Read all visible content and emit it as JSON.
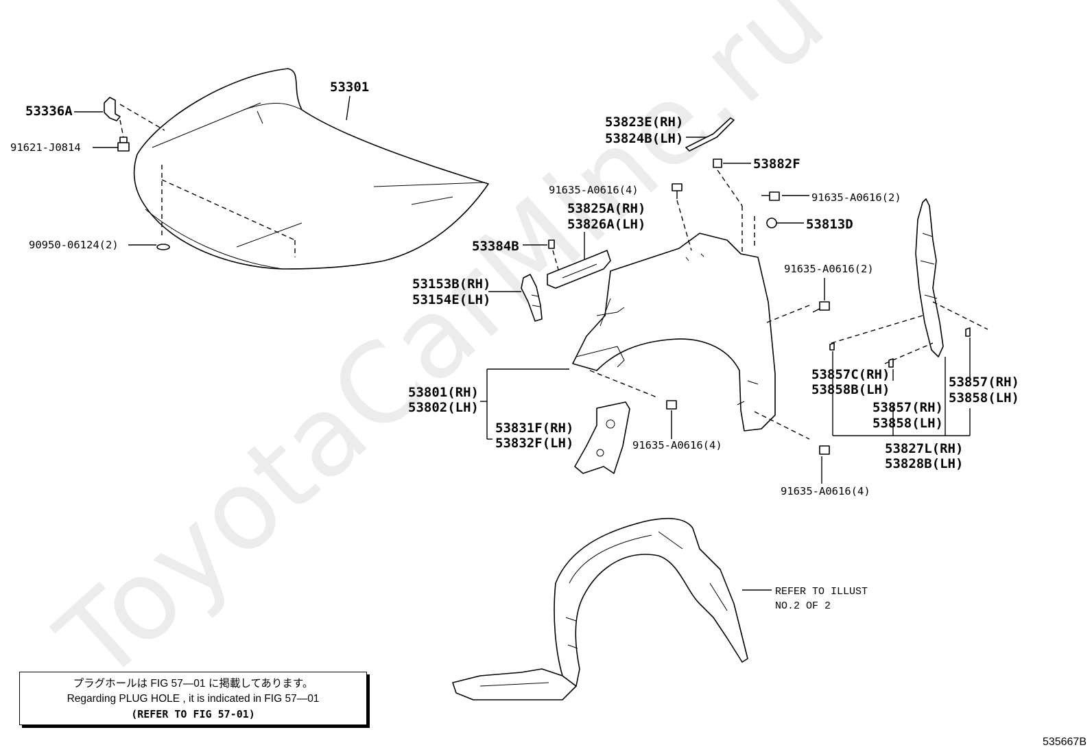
{
  "watermark": "ToyotaCarMine.ru",
  "labels": {
    "p53301": "53301",
    "p53336A": "53336A",
    "p91621": "91621-J0814",
    "p90950": "90950-06124(2)",
    "p53823E": "53823E(RH)",
    "p53824B": "53824B(LH)",
    "p53882F": "53882F",
    "p91635_a": "91635-A0616(4)",
    "p91635_b": "91635-A0616(2)",
    "p53825A": "53825A(RH)",
    "p53826A": "53826A(LH)",
    "p53813D": "53813D",
    "p53384B": "53384B",
    "p91635_c": "91635-A0616(2)",
    "p53153B": "53153B(RH)",
    "p53154E": "53154E(LH)",
    "p53801": "53801(RH)",
    "p53802": "53802(LH)",
    "p53831F": "53831F(RH)",
    "p53832F": "53832F(LH)",
    "p91635_d": "91635-A0616(4)",
    "p53857C": "53857C(RH)",
    "p53858B_a": "53858B(LH)",
    "p53857_a": "53857(RH)",
    "p53858_a": "53858(LH)",
    "p53857_b": "53857(RH)",
    "p53858_b": "53858(LH)",
    "p53827L": "53827L(RH)",
    "p53828B": "53828B(LH)",
    "p91635_e": "91635-A0616(4)",
    "refer1": "REFER TO ILLUST",
    "refer2": "NO.2 OF 2"
  },
  "note": {
    "jp": "プラグホールは FIG 57—01 に掲載してあります。",
    "en": "Regarding  PLUG  HOLE , it is indicated in  FIG  57—01",
    "ref": "(REFER TO FIG 57-01)"
  },
  "diagram_id": "535667B"
}
